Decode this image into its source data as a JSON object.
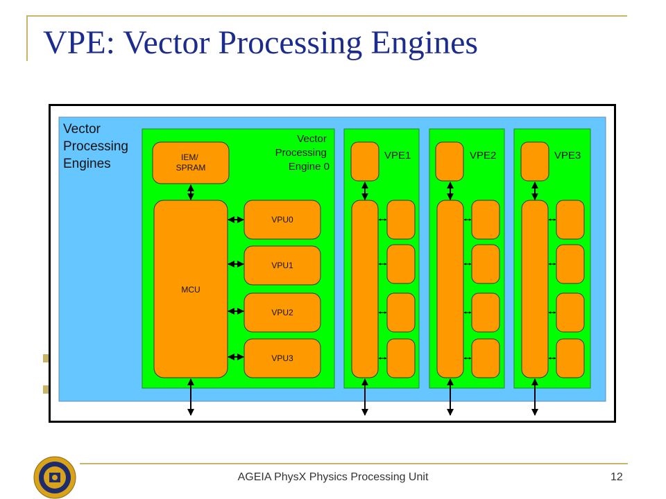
{
  "slide": {
    "title": "VPE: Vector Processing Engines",
    "footer": "AGEIA PhysX Physics Processing Unit",
    "page_number": "12"
  },
  "diagram": {
    "outer_label": [
      "Vector",
      "Processing",
      "Engines"
    ],
    "engine0_label": [
      "Vector",
      "Processing",
      "Engine 0"
    ],
    "iem_label": [
      "IEM/",
      "SPRAM"
    ],
    "mcu_label": "MCU",
    "vpu_labels": [
      "VPU0",
      "VPU1",
      "VPU2",
      "VPU3"
    ],
    "small_engine_labels": [
      "VPE1",
      "VPE2",
      "VPE3"
    ]
  },
  "colors": {
    "outer_fill": "#66c6ff",
    "engine_fill": "#00ff00",
    "unit_fill": "#ff9900",
    "title": "#1c2c8c",
    "accent": "#c8b46a"
  }
}
